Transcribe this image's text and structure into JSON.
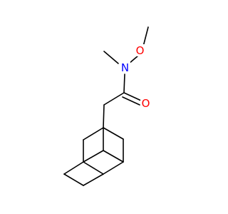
{
  "molecule": {
    "atoms": [
      {
        "id": "O_methoxy",
        "symbol": "O",
        "color": "#ff0000"
      },
      {
        "id": "N_amide",
        "symbol": "N",
        "color": "#0000ff"
      },
      {
        "id": "O_carbonyl",
        "symbol": "O",
        "color": "#ff0000"
      }
    ],
    "bond_color": "#000000"
  }
}
